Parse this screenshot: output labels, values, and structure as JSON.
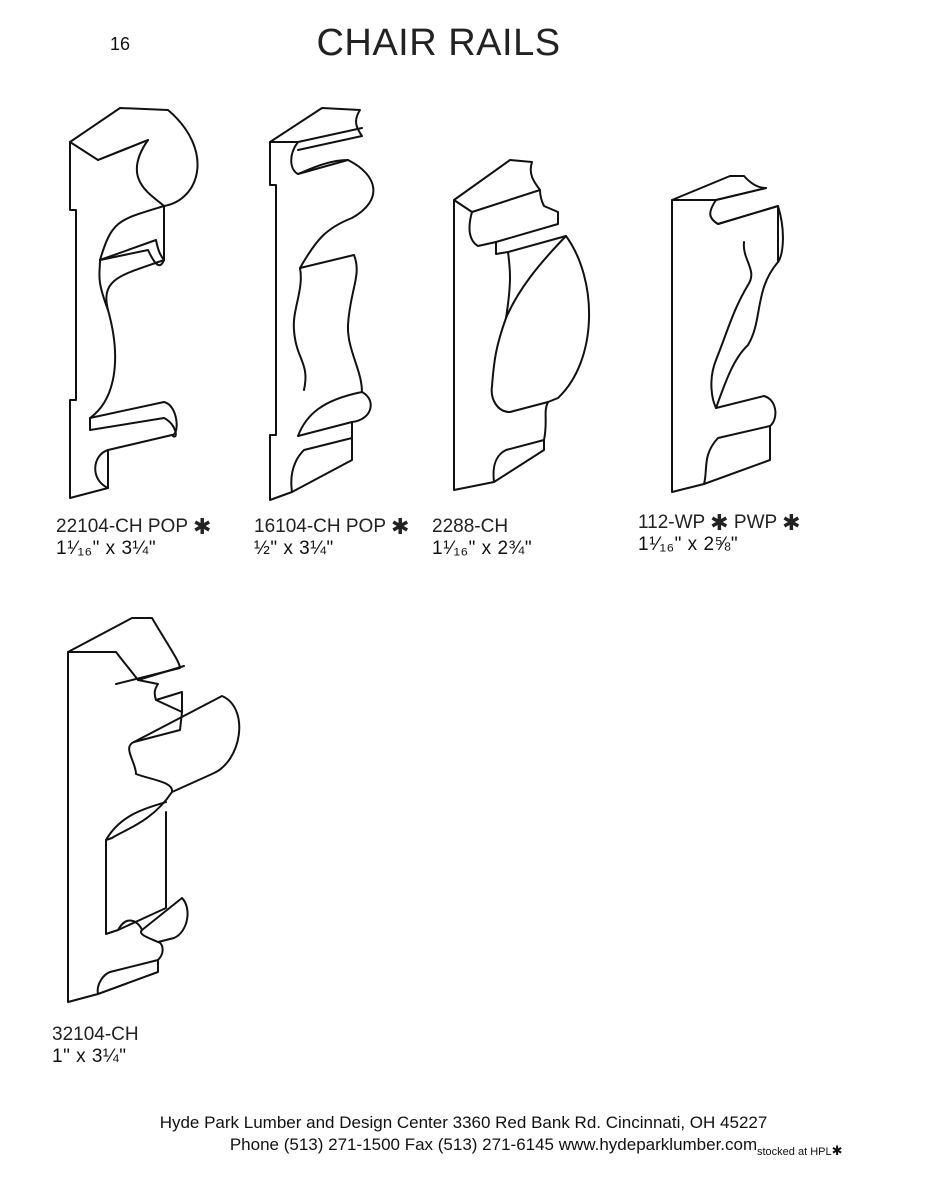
{
  "page": {
    "number": "16",
    "title": "CHAIR RAILS"
  },
  "profiles": [
    {
      "code": "22104-CH POP",
      "stocked": "✱",
      "size": "1¹⁄₁₆\" x 3¼\""
    },
    {
      "code": "16104-CH POP",
      "stocked": "✱",
      "size": "½\" x 3¼\""
    },
    {
      "code": "2288-CH",
      "stocked": "",
      "size": "1¹⁄₁₆\" x 2¾\""
    },
    {
      "code": "112-WP",
      "stocked": "✱",
      "code_suffix": "PWP",
      "suffix_stocked": "✱",
      "size": "1¹⁄₁₆\" x 2⅝\""
    },
    {
      "code": "32104-CH",
      "stocked": "",
      "size": "1\" x 3¼\""
    }
  ],
  "footer": {
    "line1": "Hyde Park Lumber and Design Center  3360 Red Bank Rd.  Cincinnati, OH 45227",
    "line2": "Phone (513) 271-1500  Fax (513) 271-6145  www.hydeparklumber.com",
    "stocked_note": "stocked at HPL",
    "stocked_symbol": "✱"
  }
}
